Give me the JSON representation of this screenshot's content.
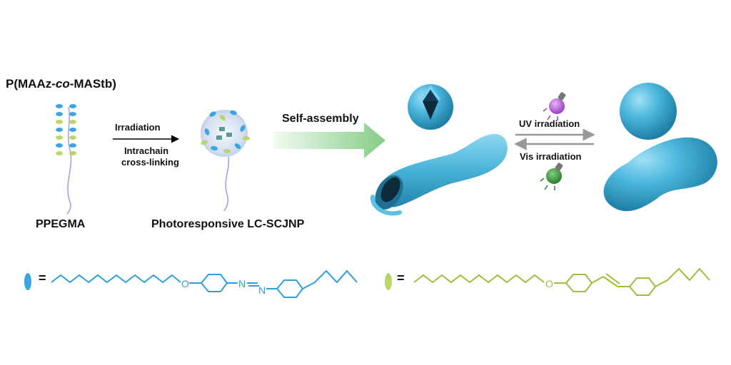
{
  "title": {
    "prefix": "P(MAAz-",
    "italic": "co",
    "suffix": "-MAStb)"
  },
  "step1": {
    "label_above": "Irradiation",
    "label_below_line1": "Intrachain",
    "label_below_line2": "cross-linking"
  },
  "labels": {
    "ppegma": "PPEGMA",
    "nanoparticle": "Photoresponsive LC-SCJNP",
    "self_assembly": "Self-assembly",
    "uv": "UV irradiation",
    "vis": "Vis irradiation"
  },
  "legend": {
    "equals": "=",
    "azo": {
      "color": "#2f9fdc",
      "oxygen": "O",
      "nitrogen1": "N",
      "nitrogen2": "N"
    },
    "stilbene": {
      "color": "#9cbf3a",
      "oxygen": "O"
    }
  },
  "colors": {
    "blue_ellipse": "#3aa5e0",
    "green_ellipse": "#b8d66a",
    "particle_blue": "#4db3d8",
    "arrow_green": "#8dd18d",
    "uv_lamp": "#b45ad8",
    "vis_lamp": "#3c9a3c"
  }
}
